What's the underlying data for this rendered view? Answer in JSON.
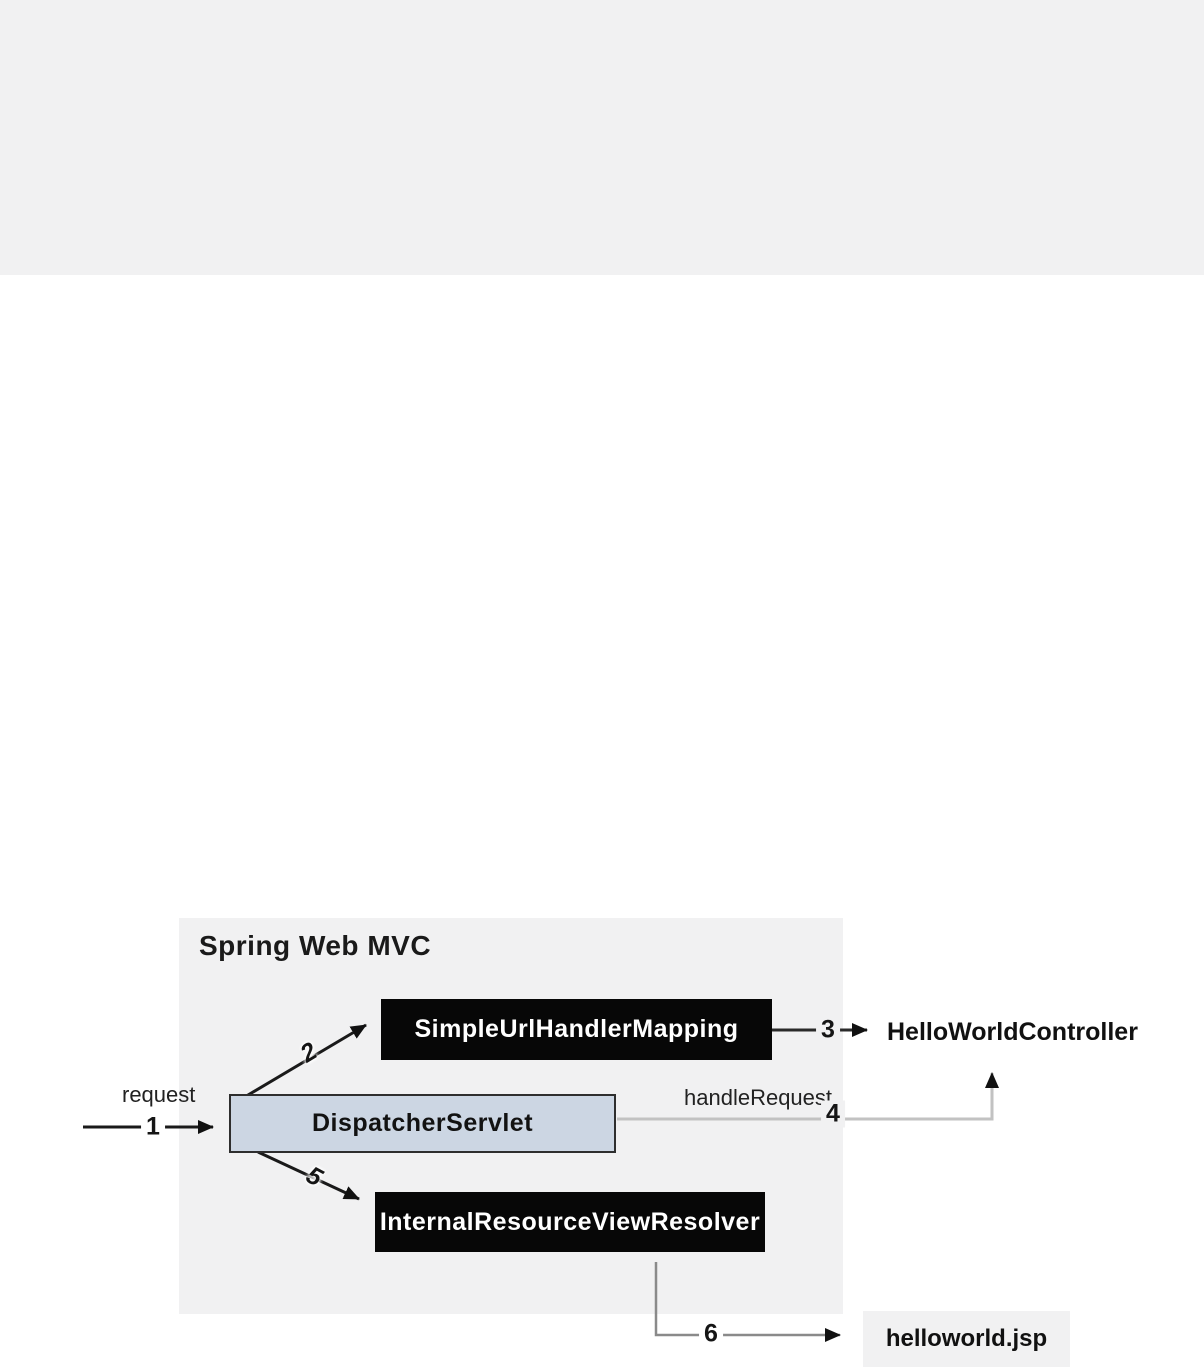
{
  "page": {
    "background_color": "#ffffff",
    "top_band_color": "#f1f1f2"
  },
  "diagram": {
    "title": "Spring Web MVC",
    "container_color": "#f1f1f2",
    "nodes": {
      "simple_url_handler_mapping": {
        "label": "SimpleUrlHandlerMapping",
        "bg": "#070707",
        "fg": "#ffffff"
      },
      "dispatcher_servlet": {
        "label": "DispatcherServlet",
        "bg": "#ccd6e3",
        "border": "#2e2e2e",
        "fg": "#121212"
      },
      "internal_resource_view_resolver": {
        "label": "InternalResourceViewResolver",
        "bg": "#070707",
        "fg": "#ffffff"
      },
      "hello_world_controller": {
        "label": "HelloWorldController",
        "fg": "#111111"
      },
      "helloworld_jsp": {
        "label": "helloworld.jsp",
        "bg": "#f1f1f2",
        "fg": "#111111"
      }
    },
    "edge_labels": {
      "request": "request",
      "handle_request": "handleRequest"
    },
    "steps": {
      "s1": "1",
      "s2": "2",
      "s3": "3",
      "s4": "4",
      "s5": "5",
      "s6": "6"
    },
    "line_colors": {
      "black_line": "#1a1a1a",
      "light_gray_line": "#c2c2c2",
      "gray_line": "#8a8a8a"
    }
  }
}
